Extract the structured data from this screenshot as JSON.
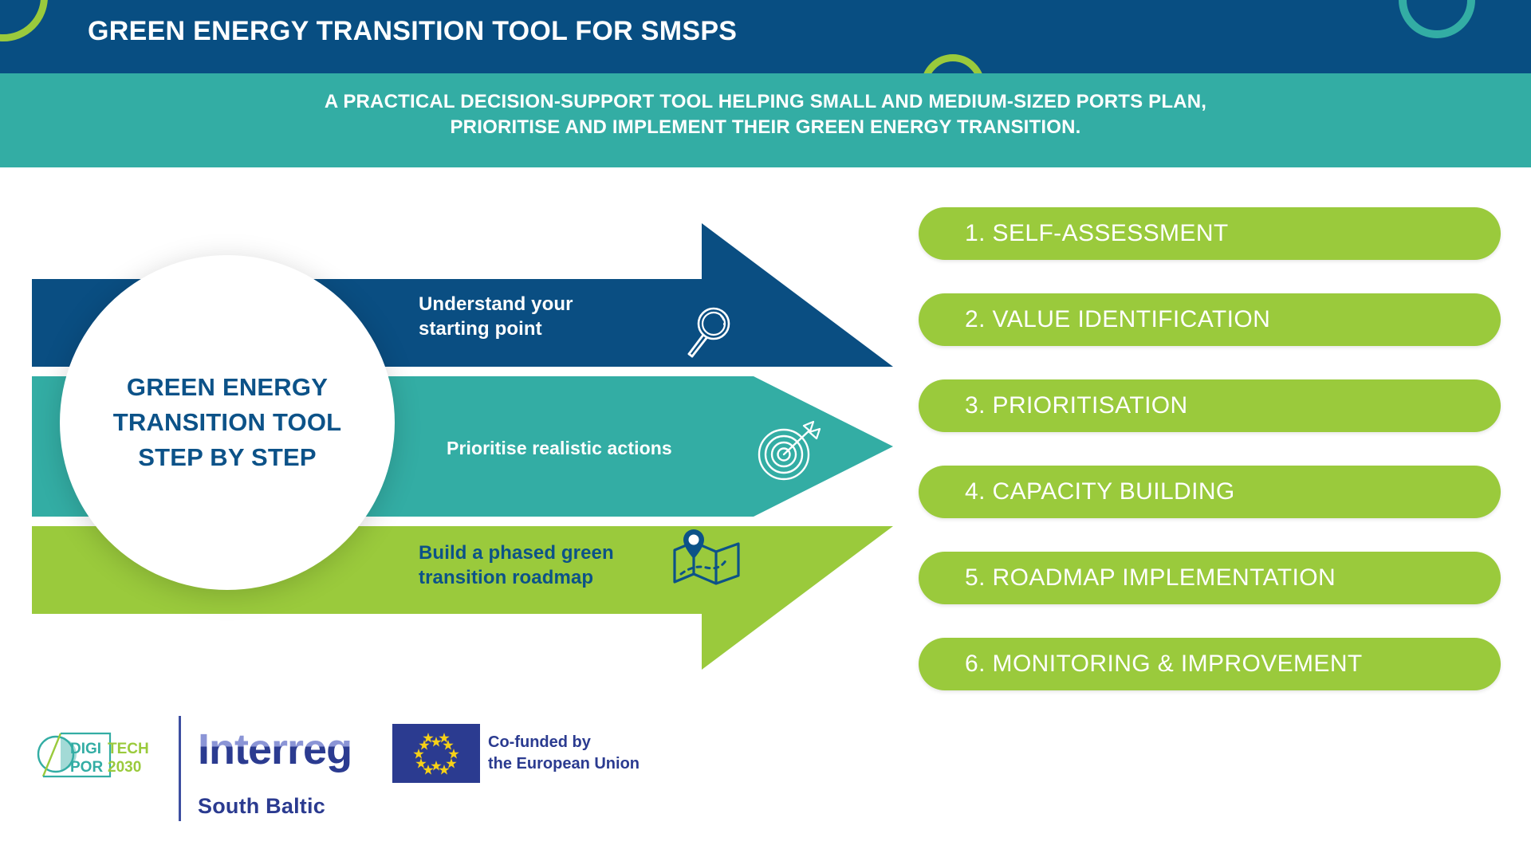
{
  "header": {
    "title": "GREEN ENERGY TRANSITION TOOL FOR SMSPS",
    "subtitle_line1": "A PRACTICAL DECISION-SUPPORT TOOL HELPING SMALL AND MEDIUM-SIZED PORTS PLAN,",
    "subtitle_line2": "PRIORITISE AND IMPLEMENT THEIR GREEN ENERGY TRANSITION."
  },
  "hub": {
    "label_line1": "GREEN ENERGY",
    "label_line2": "TRANSITION TOOL",
    "label_line3": "STEP BY STEP"
  },
  "arrows": [
    {
      "text_line1": "Understand your",
      "text_line2": "starting point",
      "icon": "magnifying-glass-icon",
      "color": "#0a4e82",
      "text_color": "#ffffff"
    },
    {
      "text_line1": "Prioritise realistic actions",
      "text_line2": "",
      "icon": "target-arrow-icon",
      "color": "#33ada4",
      "text_color": "#ffffff"
    },
    {
      "text_line1": "Build a phased green",
      "text_line2": "transition roadmap",
      "icon": "map-pin-icon",
      "color": "#9aca3c",
      "text_color": "#0c5288"
    }
  ],
  "steps": [
    {
      "label": "1. SELF-ASSESSMENT"
    },
    {
      "label": "2. VALUE IDENTIFICATION"
    },
    {
      "label": "3. PRIORITISATION"
    },
    {
      "label": "4. CAPACITY BUILDING"
    },
    {
      "label": "5. ROADMAP IMPLEMENTATION"
    },
    {
      "label": "6. MONITORING & IMPROVEMENT"
    }
  ],
  "footer": {
    "digitech": {
      "part1": "DIGI",
      "part2": "TECH",
      "part3": "POR",
      "part4": "2030"
    },
    "interreg": {
      "wordmark": "Interreg",
      "programme": "South Baltic"
    },
    "eu": {
      "line1": "Co-funded by",
      "line2": "the European Union"
    }
  },
  "colors": {
    "header_blue": "#084e82",
    "teal": "#33ada4",
    "green": "#9aca3c",
    "deep_blue": "#0a4e82",
    "text_blue": "#0c5288",
    "interreg_navy": "#2b3b90",
    "interreg_light": "#8b95d6",
    "eu_flag_blue": "#2b3b90",
    "eu_star_yellow": "#f7d117"
  }
}
